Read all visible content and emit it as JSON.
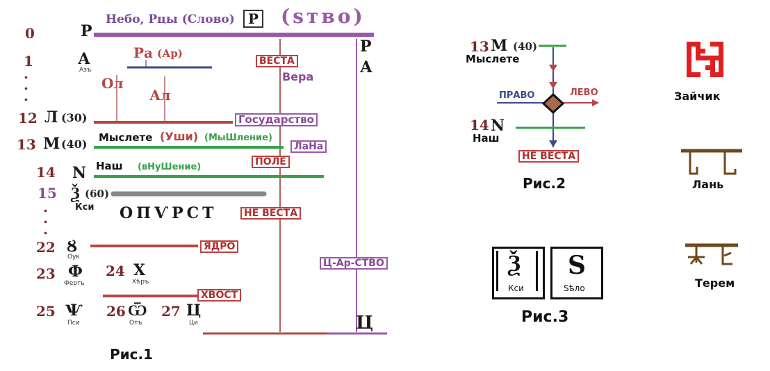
{
  "fig1": {
    "header_text": "Небо, Рцы (Слово)",
    "header_boxed": "Р",
    "header_stvo": "(ѕтво)",
    "nums": [
      "0",
      "1",
      "12",
      "13",
      "14",
      "15",
      "22",
      "23",
      "24",
      "25",
      "26",
      "27"
    ],
    "dots": ".",
    "letters": {
      "r0": "Р",
      "az": "А",
      "az_name": "Азъ",
      "l30": "Л",
      "l30_val": "(30)",
      "m40": "М",
      "m40_val": "(40)",
      "n": "N",
      "ksi": "Ѯ",
      "ksi_val": "(60)",
      "ksi_name": "Кси",
      "ouk": "Ȣ",
      "ouk_name": "Оук",
      "fert": "Ф",
      "fert_name": "Ферть",
      "kher": "Х",
      "kher_name": "Хѣръ",
      "psi": "Ѱ",
      "psi_name": "Пси",
      "ot": "Ѿ",
      "ot_name": "Отъ",
      "tsy": "Ц",
      "tsy_name": "Ци",
      "right_r": "Р",
      "right_a": "А",
      "bottom_ts": "Ц"
    },
    "ra": "Ра",
    "ar": "(Ар)",
    "ol": "Ол",
    "al": "Ал",
    "vesta": "ВЕСТА",
    "vera": "Вера",
    "gosudarstvo": "Государство",
    "myslete": "Мыслете",
    "ushi": "(Уши)",
    "myshlenie": "(МыШление)",
    "lana": "ЛаНа",
    "nash": "Наш",
    "vnushenie": "(вНуШение)",
    "pole": "ПОЛЕ",
    "opurst": "ОПѴРСТ",
    "ne_vesta": "НЕ ВЕСТА",
    "yadro": "ЯДРО",
    "khvost": "ХВОСТ",
    "tsarstvo": "Ц-Ар-СТВО",
    "caption": "Рис.1"
  },
  "fig2": {
    "m40": "М",
    "m40_num": "13",
    "m40_val": "(40)",
    "myslete": "Мыслете",
    "pravo": "ПРАВО",
    "levo": "ЛЕВО",
    "n_num": "14",
    "n": "N",
    "nash": "Наш",
    "ne_vesta": "НЕ ВЕСТА",
    "caption": "Рис.2"
  },
  "fig3": {
    "ksi": "Ѯ",
    "ksi_label": "Кси",
    "zelo": "Ѕ",
    "zelo_label": "Sѣло",
    "caption": "Рис.3"
  },
  "symbols": {
    "zaychik": "Зайчик",
    "lan": "Лань",
    "terem": "Терем"
  },
  "colors": {
    "purple": "#9b5aa8",
    "red": "#b84545",
    "green": "#3aa04a",
    "blue": "#3a4a8a",
    "gray": "#888888"
  }
}
